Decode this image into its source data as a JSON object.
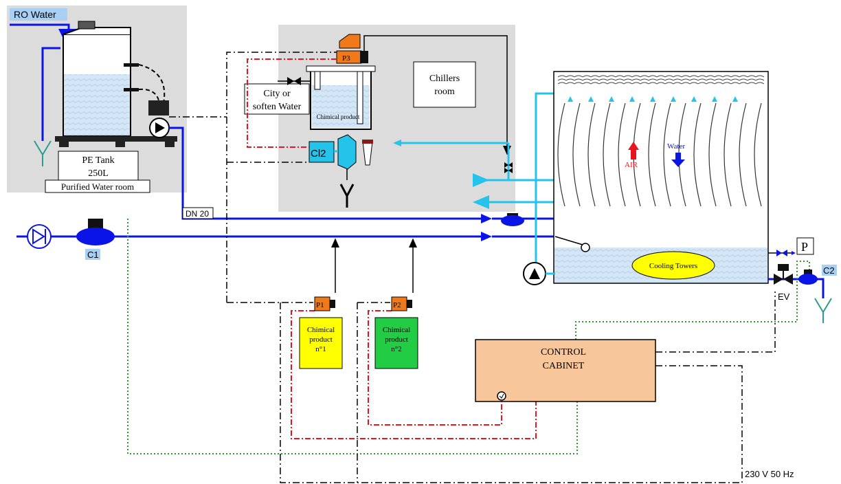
{
  "labels": {
    "ro_water": "RO Water",
    "pe_tank_line1": "PE Tank",
    "pe_tank_line2": "250L",
    "purified_room": "Purified Water room",
    "chillers_line1": "Chillers",
    "chillers_line2": "room",
    "city_line1": "City or",
    "city_line2": "soften Water",
    "chemical_product_small": "Chimical product",
    "p3": "P3",
    "p1": "P1",
    "p2": "P2",
    "cl2": "Cl2",
    "dn20": "DN 20",
    "c1": "C1",
    "c2": "C2",
    "p_sensor": "P",
    "ev": "EV",
    "air": "AIR",
    "water": "Water",
    "cooling_towers": "Cooling Towers",
    "chem1_line1": "Chimical",
    "chem1_line2": "product",
    "chem1_line3": "n°1",
    "chem2_line1": "Chimical",
    "chem2_line2": "product",
    "chem2_line3": "n°2",
    "cabinet_line1": "CONTROL",
    "cabinet_line2": "CABINET",
    "power": "230 V  50 Hz"
  },
  "colors": {
    "room_bg": "#dcdcdc",
    "blue_pipe": "#0a14e6",
    "cyan_pipe": "#23c3ea",
    "signal_red": "#e8141e",
    "signal_green": "#2c9a2c",
    "pump_orange": "#f07a1a",
    "chem1_yellow": "#ffff00",
    "chem2_green": "#22cc44",
    "cabinet_fill": "#f8c69b",
    "water_fill": "#d4e6f5",
    "label_chip": "#a9cff2",
    "cooling_label": "#ffff00"
  },
  "icons": {
    "pump": "pump-icon",
    "valve": "valve-icon",
    "drain": "drain-icon",
    "check_valve": "check-valve-icon",
    "flow_meter": "flow-meter-icon",
    "gauge": "gauge-icon"
  }
}
